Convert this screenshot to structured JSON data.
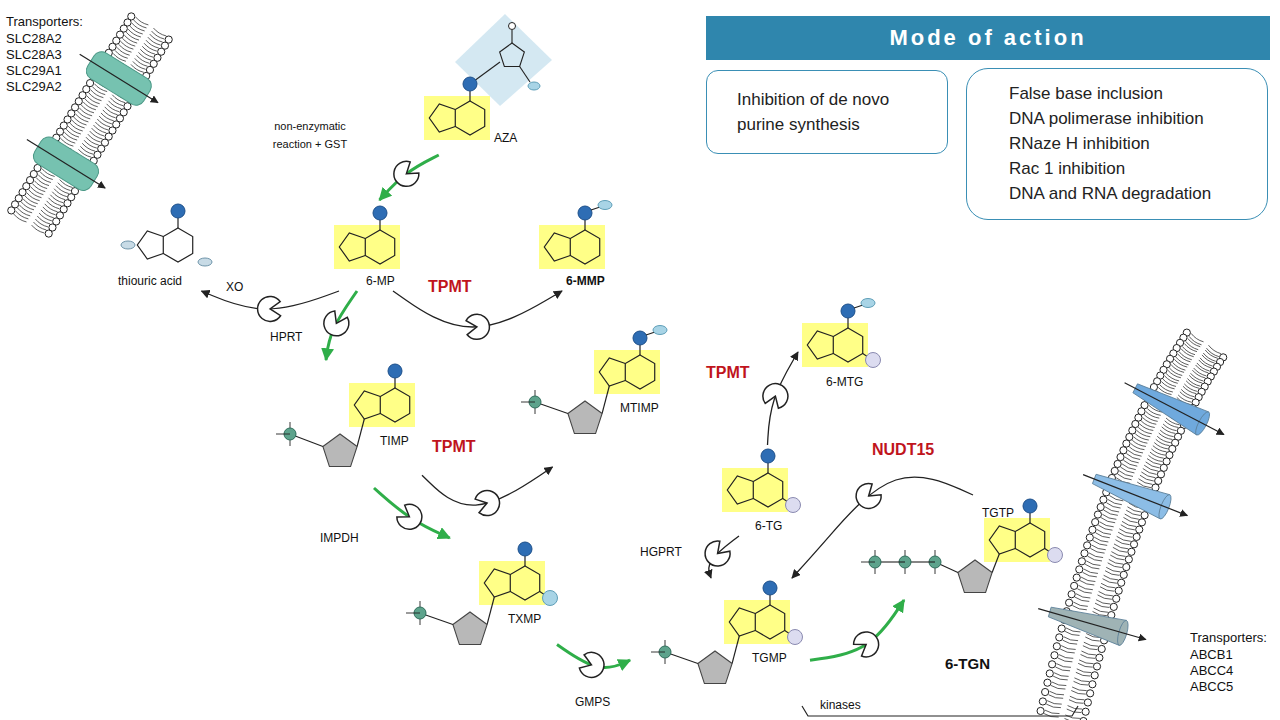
{
  "diagram": {
    "nodes": [
      {
        "text": [
          "AZA"
        ]
      },
      {
        "text": [
          "6-MP"
        ]
      },
      {
        "text": [
          "thiouric acid"
        ]
      },
      {
        "text": [
          "6-MMP"
        ]
      },
      {
        "text": [
          "TIMP"
        ]
      },
      {
        "text": [
          "MTIMP"
        ]
      },
      {
        "text": [
          "TXMP"
        ]
      },
      {
        "text": [
          "TGMP"
        ]
      },
      {
        "text": [
          "6-TG"
        ]
      },
      {
        "text": [
          "6-MTG"
        ]
      },
      {
        "text": [
          "TGTP"
        ]
      },
      {
        "text": [
          "Mode of action"
        ]
      },
      {
        "text": [
          "Inhibition of de novo purine synthesis"
        ]
      },
      {
        "text": [
          "False base inclusion",
          "DNA polimerase inhibition",
          "RNaze H inhibition",
          "Rac 1 inhibition",
          "DNA and RNA degradation"
        ]
      }
    ],
    "edges": [
      {
        "from": 0,
        "to": 1,
        "label": "non-enzymatic reaction + GST",
        "arrow": "to"
      },
      {
        "from": 1,
        "to": 2,
        "label": "XO",
        "arrow": "to"
      },
      {
        "from": 1,
        "to": 3,
        "label": "TPMT",
        "arrow": "to"
      },
      {
        "from": 1,
        "to": 4,
        "label": "HPRT",
        "arrow": "to"
      },
      {
        "from": 4,
        "to": 5,
        "label": "TPMT",
        "arrow": "to"
      },
      {
        "from": 4,
        "to": 6,
        "label": "IMPDH",
        "arrow": "to"
      },
      {
        "from": 6,
        "to": 7,
        "label": "GMPS",
        "arrow": "to"
      },
      {
        "from": 7,
        "to": 10,
        "label": "kinases",
        "arrow": "to"
      },
      {
        "from": 10,
        "to": 7,
        "label": "NUDT15",
        "arrow": "to"
      },
      {
        "from": 8,
        "to": 7,
        "label": "HGPRT",
        "arrow": "to"
      },
      {
        "from": 8,
        "to": 9,
        "label": "TPMT",
        "arrow": "to"
      }
    ],
    "labels": [
      "Transporters:",
      "SLC28A2",
      "SLC28A3",
      "SLC29A1",
      "SLC29A2",
      "Transporters:",
      "ABCB1",
      "ABCC4",
      "ABCC5",
      "6-TGN"
    ]
  }
}
